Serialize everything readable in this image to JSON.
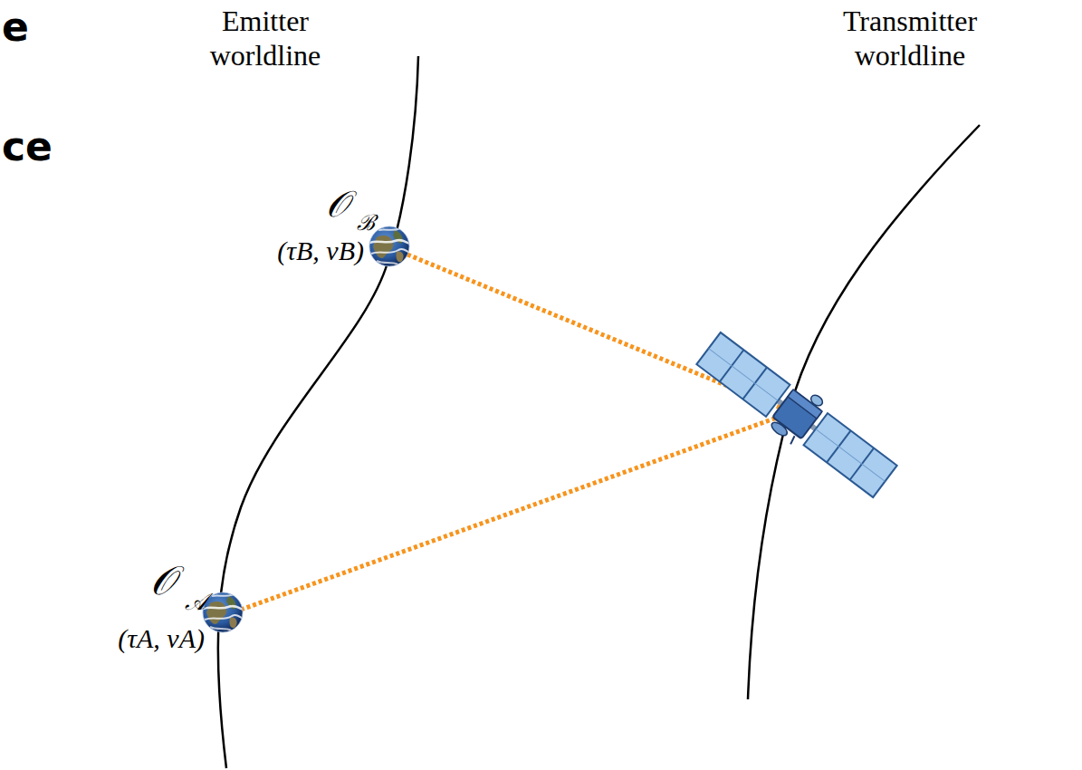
{
  "diagram": {
    "labels": [
      "e",
      "ce",
      "Emitter worldline",
      "Transmitter worldline",
      "𝒪",
      "ℬ",
      "(τB, νB)",
      "𝒪",
      "𝒜",
      "(τA, νA)"
    ]
  }
}
